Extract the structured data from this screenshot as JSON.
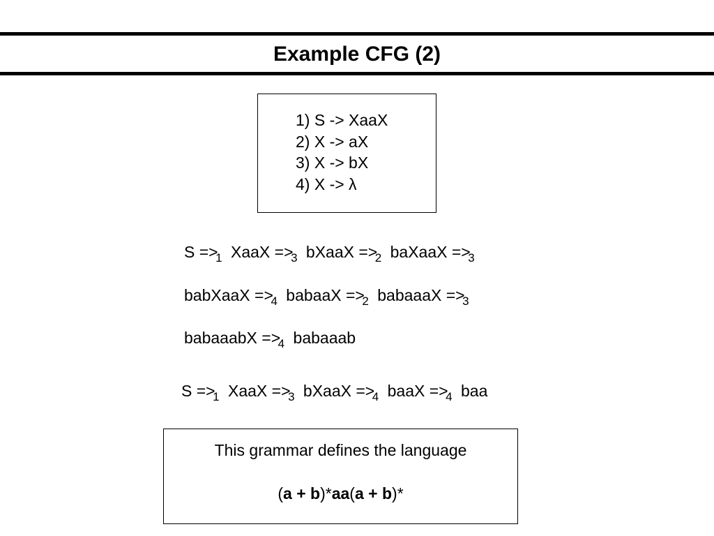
{
  "slide": {
    "title": "Example CFG (2)"
  },
  "grammar": {
    "rules": [
      "1) S -> XaaX",
      "2) X -> aX",
      "3) X -> bX",
      "4) X -> λ"
    ]
  },
  "derivation_long": {
    "line1": [
      {
        "form": "S =>",
        "rule": "1"
      },
      {
        "form": "XaaX =>",
        "rule": "3"
      },
      {
        "form": "bXaaX =>",
        "rule": "2"
      },
      {
        "form": "baXaaX =>",
        "rule": "3"
      }
    ],
    "line2": [
      {
        "form": "babXaaX =>",
        "rule": "4"
      },
      {
        "form": "babaaX =>",
        "rule": "2"
      },
      {
        "form": "babaaaX =>",
        "rule": "3"
      }
    ],
    "line3": [
      {
        "form": "babaaabX =>",
        "rule": "4"
      },
      {
        "form": "babaaab",
        "rule": ""
      }
    ]
  },
  "derivation_short": {
    "line": [
      {
        "form": "S =>",
        "rule": "1"
      },
      {
        "form": "XaaX =>",
        "rule": "3"
      },
      {
        "form": "bXaaX =>",
        "rule": "4"
      },
      {
        "form": "baaX =>",
        "rule": "4"
      },
      {
        "form": "baa",
        "rule": ""
      }
    ]
  },
  "language": {
    "caption": "This grammar defines the language",
    "expr": {
      "p1": "(",
      "p2": "a + b",
      "p3": ")*",
      "p4": "aa",
      "p5": "(",
      "p6": "a + b",
      "p7": ")*"
    }
  }
}
